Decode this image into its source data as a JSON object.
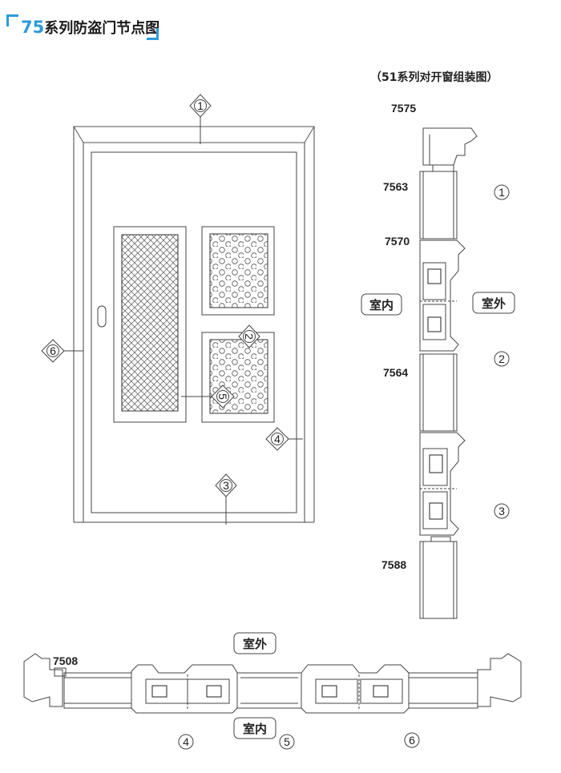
{
  "header": {
    "title_num": "75",
    "title_text": "系列防盗门节点图",
    "subtitle": "（51系列对开窗组装图）"
  },
  "door_markers": [
    "1",
    "2",
    "3",
    "4",
    "5",
    "6"
  ],
  "vertical_section": {
    "profiles": [
      "7575",
      "7563",
      "7570",
      "7564",
      "7588"
    ],
    "indoor": "室内",
    "outdoor": "室外",
    "nodes": [
      "1",
      "2",
      "3"
    ]
  },
  "horizontal_section": {
    "profile": "7508",
    "outdoor": "室外",
    "indoor": "室内",
    "nodes": [
      "4",
      "5",
      "6"
    ]
  }
}
